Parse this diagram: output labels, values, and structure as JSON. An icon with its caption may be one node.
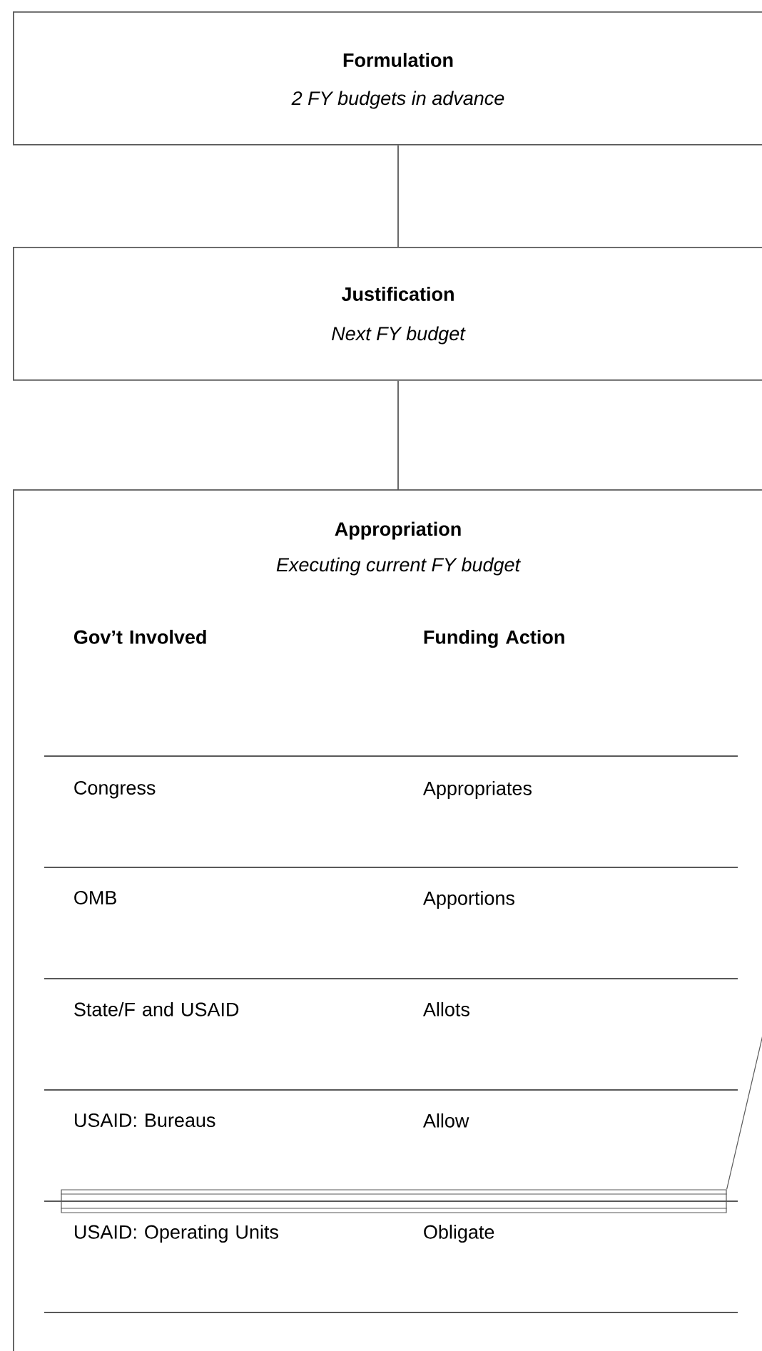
{
  "diagram": {
    "nodes": [
      {
        "text": [
          "Formulation",
          "2 FY budgets in advance"
        ]
      },
      {
        "text": [
          "Justification",
          "Next FY budget"
        ]
      },
      {
        "text": [
          "Appropriation",
          "Executing current FY budget"
        ]
      },
      {
        "text": [],
        "shape": "bar",
        "in": 2
      }
    ],
    "edges": [
      {
        "from": 0,
        "to": 1,
        "arrow": "none"
      },
      {
        "from": 1,
        "to": 2,
        "arrow": "none"
      },
      {
        "from": null,
        "to": 3,
        "arrow": "none"
      }
    ],
    "labels": [
      "Gov’t Involved",
      "Funding Action",
      "Congress",
      "Appropriates",
      "OMB",
      "Apportions",
      "State/F and USAID",
      "Allots",
      "USAID: Bureaus",
      "Allow",
      "USAID: Operating Units",
      "Obligate"
    ]
  }
}
